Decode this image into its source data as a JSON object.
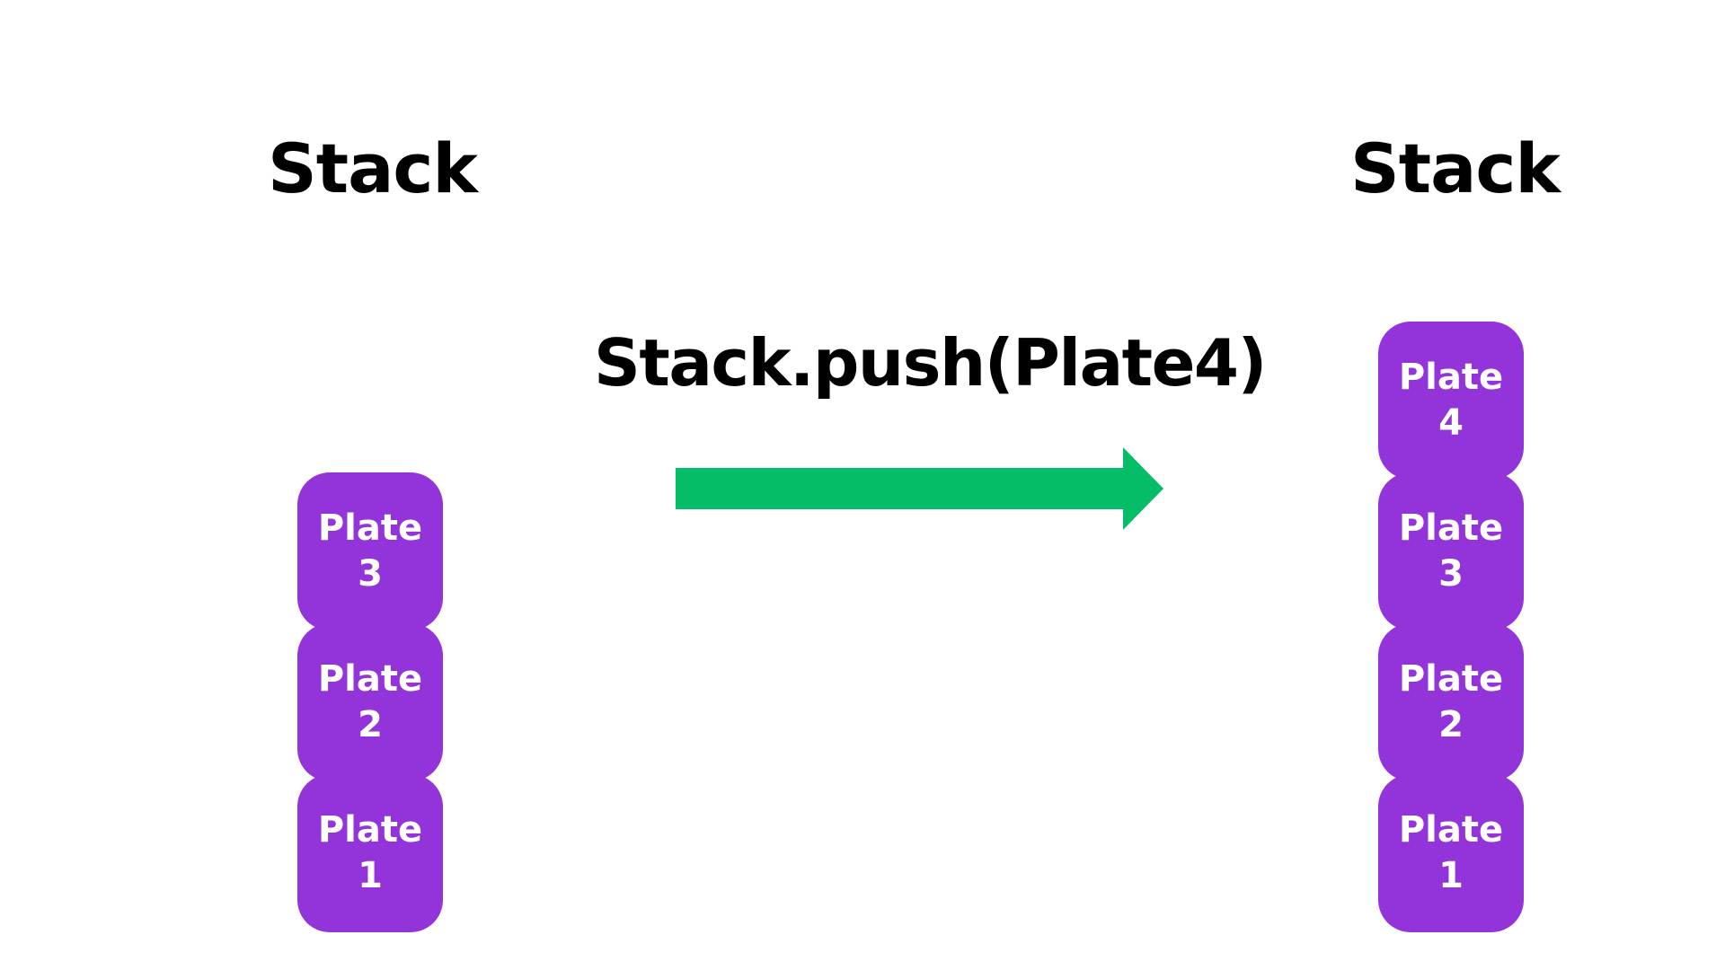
{
  "diagram": {
    "title_left": "Stack",
    "title_right": "Stack",
    "operation_label": "Stack.push(Plate4)",
    "arrow": {
      "name": "right-arrow",
      "color": "#05BD66",
      "direction": "right"
    },
    "colors": {
      "plate_fill": "#9333DA",
      "plate_text": "#FFFFFF",
      "arrow": "#05BD66",
      "title_text": "#000000",
      "background": "#FFFFFF"
    },
    "stack_before": {
      "label": "Stack",
      "plates": [
        {
          "word": "Plate",
          "num": "3"
        },
        {
          "word": "Plate",
          "num": "2"
        },
        {
          "word": "Plate",
          "num": "1"
        }
      ]
    },
    "stack_after": {
      "label": "Stack",
      "plates": [
        {
          "word": "Plate",
          "num": "4"
        },
        {
          "word": "Plate",
          "num": "3"
        },
        {
          "word": "Plate",
          "num": "2"
        },
        {
          "word": "Plate",
          "num": "1"
        }
      ]
    }
  }
}
